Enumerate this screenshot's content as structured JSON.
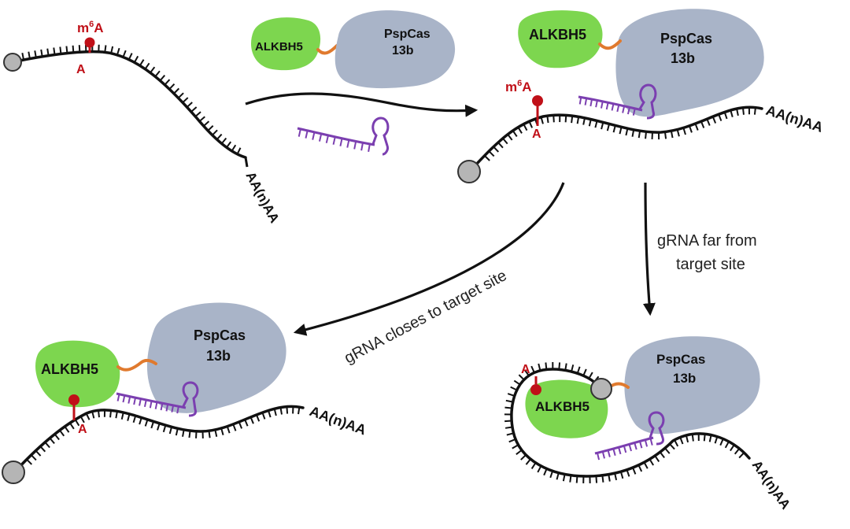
{
  "colors": {
    "cas": "#a9b4c8",
    "alkbh5": "#7dd64f",
    "linker": "#e07a2e",
    "grna": "#7b3fb0",
    "m6a": "#c01018",
    "rna": "#111111",
    "cap": "#b5b5b5"
  },
  "labels": {
    "m6a_base": "m",
    "m6a_sup": "6",
    "m6a_tail": "A",
    "a_base": "A",
    "poly_a": "AA(n)AA",
    "alkbh5": "ALKBH5",
    "cas_line1": "PspCas",
    "cas_line2": "13b"
  },
  "arrows": {
    "close_label": "gRNA closes to target site",
    "far_line1": "gRNA far from",
    "far_line2": "target site"
  }
}
